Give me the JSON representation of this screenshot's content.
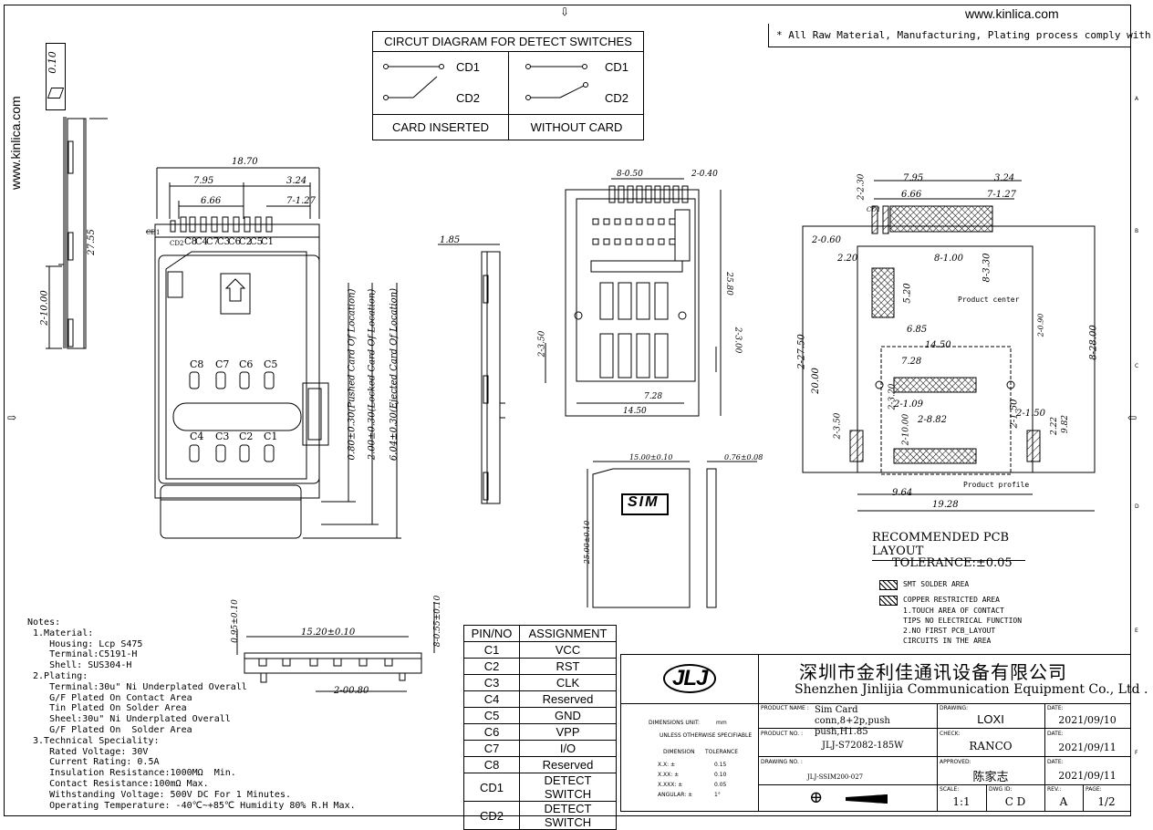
{
  "website": "www.kinlica.com",
  "rohs_note": "* All Raw Material, Manufacturing, Plating process comply with ROHS",
  "flatness": "0.10",
  "circuit": {
    "title": "CIRCUT DIAGRAM FOR DETECT SWITCHES",
    "cd1": "CD1",
    "cd2": "CD2",
    "inserted": "CARD INSERTED",
    "without": "WITHOUT CARD"
  },
  "front_view": {
    "dims": [
      "18.70",
      "7.95",
      "3.24",
      "6.66",
      "7-1.27",
      "27.55",
      "2-10.00"
    ],
    "pin_labels": [
      "C8",
      "C4",
      "C7",
      "C3",
      "C6",
      "C2",
      "C5",
      "C1"
    ],
    "cd_labels": [
      "CD1",
      "CD2"
    ],
    "contacts_top": [
      "C8",
      "C7",
      "C6",
      "C5"
    ],
    "contacts_bottom": [
      "C4",
      "C3",
      "C2",
      "C1"
    ],
    "pushed": "0.80±0.30(Pushed Card Of Location)",
    "locked": "2.00±0.30(Locked Card Of Location)",
    "ejected": "6.04±0.30(Ejected Card Of Location)"
  },
  "side_view": {
    "dim": "1.85"
  },
  "top_view": {
    "dims": [
      "8-0.50",
      "2-0.40",
      "25.80",
      "2-3.50",
      "2-3.00",
      "7.28",
      "14.50"
    ]
  },
  "card": {
    "width": "15.00±0.10",
    "thickness": "0.76±0.08",
    "height": "25.00±0.10",
    "label": "SIM"
  },
  "bottom_view": {
    "dims": [
      "0.95±0.10",
      "15.20±0.10",
      "8-0.55±0.10",
      "2-00.80"
    ]
  },
  "pcb": {
    "dims": [
      "7.95",
      "3.24",
      "2-2.30",
      "6.66",
      "7-1.27",
      "2-0.60",
      "2.20",
      "8-1.00",
      "8-3.30",
      "5.20",
      "6.85",
      "14.50",
      "7.28",
      "2-27.50",
      "20.00",
      "2-0.90",
      "8-28.00",
      "2-3.20",
      "2-1.09",
      "2-8.82",
      "2-1.50",
      "2-3.50",
      "2-10.00",
      "2-1.50",
      "2.22",
      "9.82",
      "9.64",
      "19.28",
      "CD1"
    ],
    "product_center": "Product center",
    "product_profile": "Product profile",
    "title": "RECOMMENDED PCB LAYOUT",
    "tolerance": "TOLERANCE:±0.05",
    "legend_smt": "SMT SOLDER AREA",
    "legend_copper": "COPPER RESTRICTED AREA",
    "legend_notes": [
      "1.TOUCH AREA OF CONTACT",
      "TIPS NO ELECTRICAL FUNCTION",
      "2.NO FIRST PCB_LAYOUT",
      "CIRCUITS IN THE AREA"
    ]
  },
  "notes": [
    "Notes:",
    " 1.Material:",
    "    Housing: Lcp S475",
    "    Terminal:C5191-H",
    "    Shell: SUS304-H",
    " 2.Plating:",
    "    Terminal:30u\" Ni Underplated Overall",
    "    G/F Plated On Contact Area",
    "    Tin Plated On Solder Area",
    "    Sheel:30u\" Ni Underplated Overall",
    "    G/F Plated On  Solder Area",
    " 3.Technical Speciality:",
    "    Rated Voltage: 30V",
    "    Current Rating: 0.5A",
    "    Insulation Resistance:1000MΩ  Min.",
    "    Contact Resistance:100mΩ Max.",
    "    Withstanding Voltage: 500V DC For 1 Minutes.",
    "    Operating Temperature: -40℃~+85℃ Humidity 80% R.H Max."
  ],
  "pin_table": {
    "headers": [
      "PIN/NO",
      "ASSIGNMENT"
    ],
    "rows": [
      [
        "C1",
        "VCC"
      ],
      [
        "C2",
        "RST"
      ],
      [
        "C3",
        "CLK"
      ],
      [
        "C4",
        "Reserved"
      ],
      [
        "C5",
        "GND"
      ],
      [
        "C6",
        "VPP"
      ],
      [
        "C7",
        "I/O"
      ],
      [
        "C8",
        "Reserved"
      ],
      [
        "CD1",
        "DETECT SWITCH"
      ],
      [
        "CD2",
        "DETECT SWITCH"
      ]
    ]
  },
  "title_block": {
    "logo": "JLJ",
    "company_cn": "深圳市金利佳通讯设备有限公司",
    "company_en": "Shenzhen Jinlijia Communication Equipment Co., Ltd .",
    "dim_unit_label": "DIMENSIONS UNIT:",
    "dim_unit": "mm",
    "unless": "UNLESS OTHERWISE SPECIFIABLE",
    "dimension_label": "DIMENSION",
    "tolerance_label": "TOLERANCE",
    "tol_rows": [
      [
        "X.X:  ±",
        "0.15"
      ],
      [
        "X.XX:  ±",
        "0.10"
      ],
      [
        "X.XXX:  ±",
        "0.05"
      ],
      [
        "ANGULAR:  ±",
        "1°"
      ]
    ],
    "product_name_label": "PRODUCT NAME :",
    "product_name": "Sim Card conn,8+2p,push push,H1.85",
    "product_no_label": "PRODUCT NO. :",
    "product_no": "JLJ-S72082-185W",
    "drawing_no_label": "DRAWING NO. :",
    "drawing_no": "JLJ-SSIM200-027",
    "drawing_label": "DRAWING:",
    "drawing": "LOXI",
    "check_label": "CHECK:",
    "check": "RANCO",
    "approved_label": "APPROVED:",
    "approved": "陈家志",
    "date_label": "DATE:",
    "date1": "2021/09/10",
    "date2": "2021/09/11",
    "date3": "2021/09/11",
    "scale_label": "SCALE:",
    "scale": "1:1",
    "dwg_label": "DWG ID:",
    "dwg": "C D",
    "rev_label": "REV.:",
    "rev": "A",
    "page_label": "PAGE:",
    "page": "1/2"
  },
  "border_letters": [
    "A",
    "B",
    "C",
    "D",
    "E",
    "F"
  ]
}
